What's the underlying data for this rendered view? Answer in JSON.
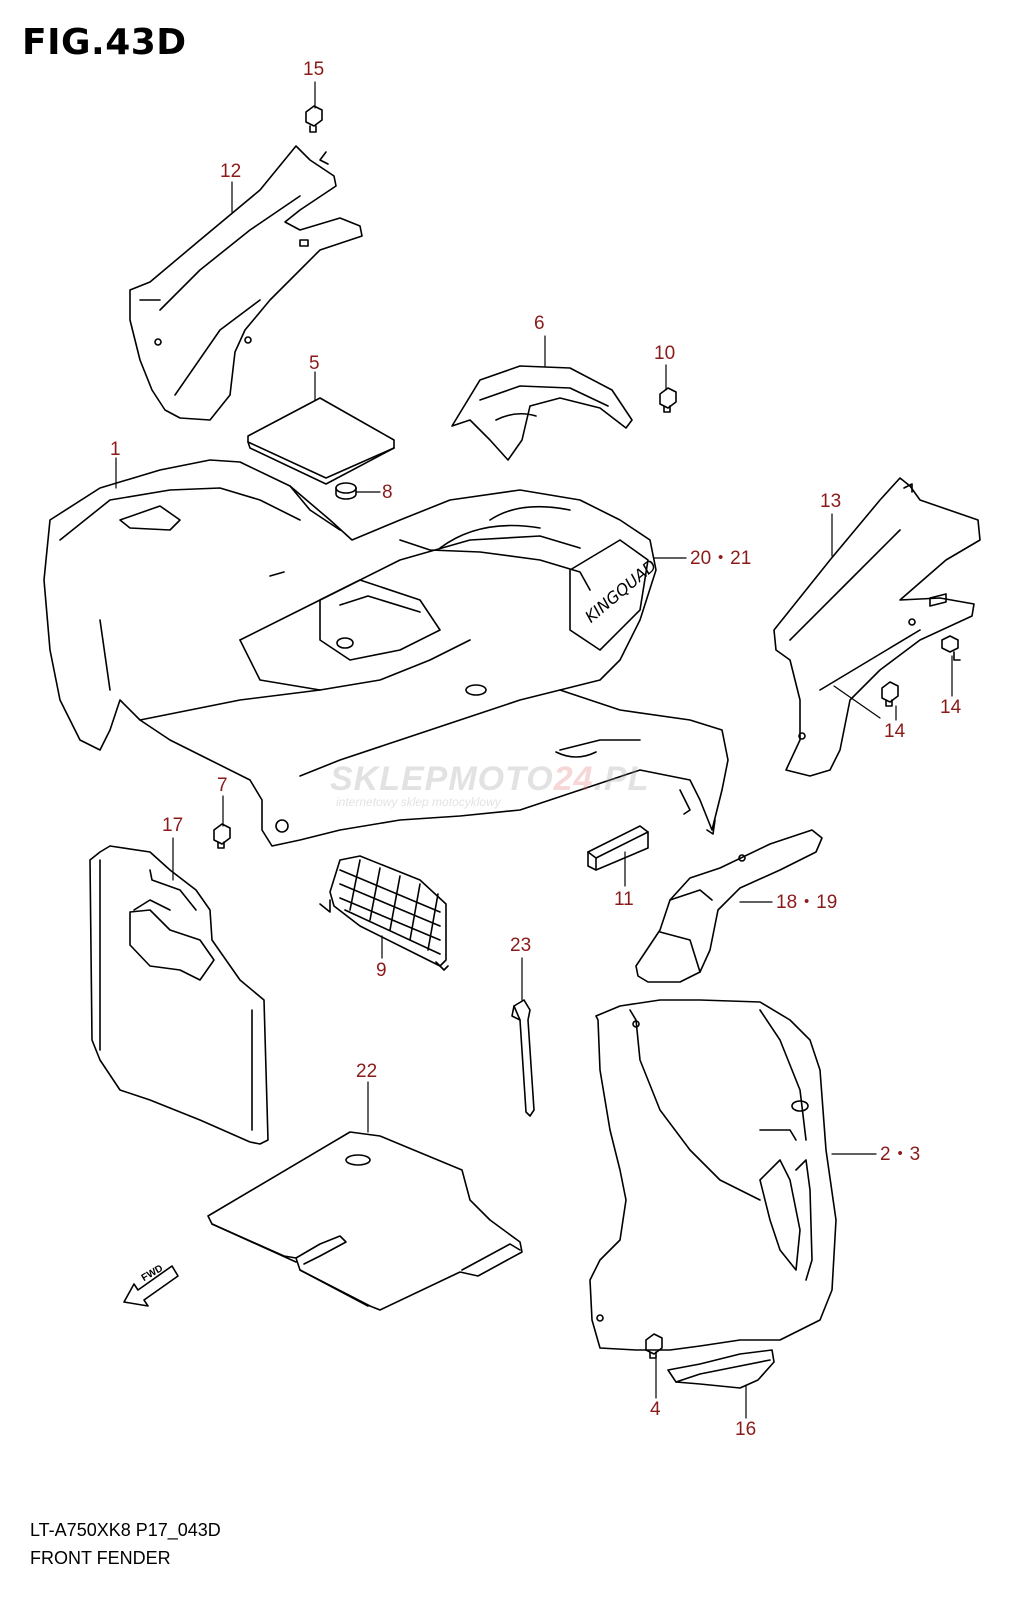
{
  "figure": {
    "title": "FIG.43D",
    "model_code": "LT-A750XK8 P17_043D",
    "section_name": "FRONT FENDER"
  },
  "watermark": {
    "brand_part1": "SKLEP",
    "brand_part2": "MOTO",
    "brand_part3": "24",
    "brand_tld": ".PL",
    "tagline": "internetowy sklep motocyklowy"
  },
  "fwd_label": "FWD",
  "decal_text": "KINGQUAD",
  "callouts": [
    {
      "id": "c1",
      "label": "1"
    },
    {
      "id": "c2",
      "label": "2・3"
    },
    {
      "id": "c4",
      "label": "4"
    },
    {
      "id": "c5",
      "label": "5"
    },
    {
      "id": "c6",
      "label": "6"
    },
    {
      "id": "c7",
      "label": "7"
    },
    {
      "id": "c8",
      "label": "8"
    },
    {
      "id": "c9",
      "label": "9"
    },
    {
      "id": "c10",
      "label": "10"
    },
    {
      "id": "c11",
      "label": "11"
    },
    {
      "id": "c12",
      "label": "12"
    },
    {
      "id": "c13",
      "label": "13"
    },
    {
      "id": "c14a",
      "label": "14"
    },
    {
      "id": "c14b",
      "label": "14"
    },
    {
      "id": "c15",
      "label": "15"
    },
    {
      "id": "c16",
      "label": "16"
    },
    {
      "id": "c17",
      "label": "17"
    },
    {
      "id": "c18",
      "label": "18・19"
    },
    {
      "id": "c20",
      "label": "20・21"
    },
    {
      "id": "c22",
      "label": "22"
    },
    {
      "id": "c23",
      "label": "23"
    }
  ],
  "colors": {
    "callout_text": "#8b1a1a",
    "line": "#000000",
    "background": "#ffffff"
  }
}
